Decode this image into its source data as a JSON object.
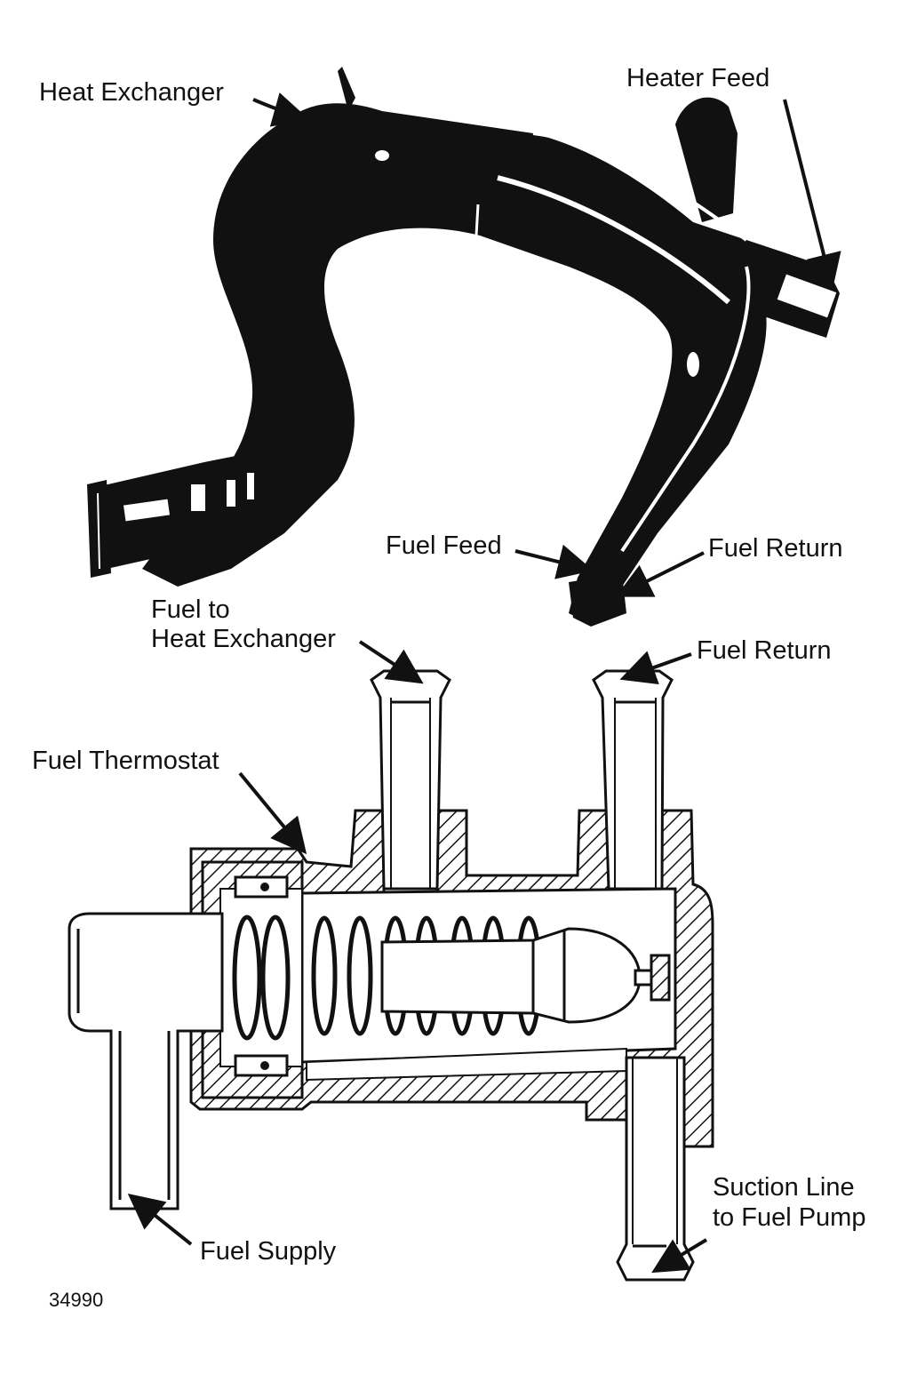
{
  "labels": {
    "heat_exchanger": "Heat Exchanger",
    "heater_feed": "Heater Feed",
    "fuel_feed": "Fuel Feed",
    "fuel_return_top": "Fuel Return",
    "fuel_to_hx_line1": "Fuel to",
    "fuel_to_hx_line2": "Heat Exchanger",
    "fuel_return_bottom": "Fuel Return",
    "fuel_thermostat": "Fuel Thermostat",
    "suction_line1": "Suction Line",
    "suction_line2": "to Fuel Pump",
    "fuel_supply": "Fuel Supply"
  },
  "figure_number": "34990"
}
